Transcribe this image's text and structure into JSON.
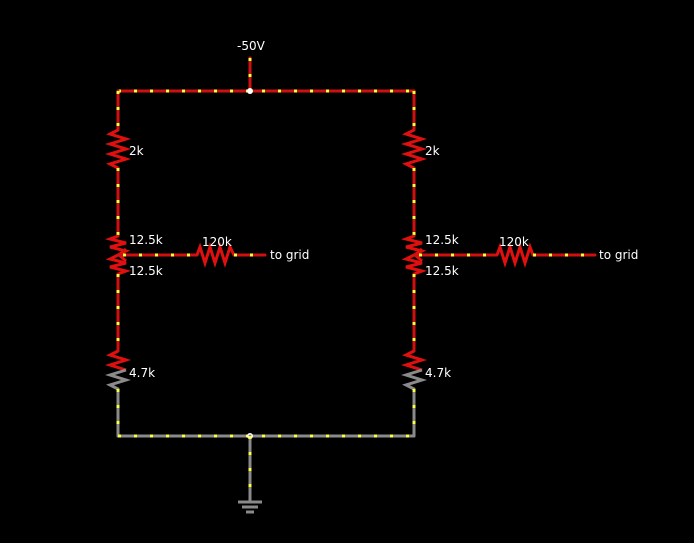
{
  "supply": {
    "label": "-50V"
  },
  "left_branch": {
    "top_resistor": "2k",
    "mid_upper_resistor": "12.5k",
    "mid_lower_resistor": "12.5k",
    "grid_resistor": "120k",
    "grid_label": "to grid",
    "bottom_resistor": "4.7k"
  },
  "right_branch": {
    "top_resistor": "2k",
    "mid_upper_resistor": "12.5k",
    "mid_lower_resistor": "12.5k",
    "grid_resistor": "120k",
    "grid_label": "to grid",
    "bottom_resistor": "4.7k"
  },
  "colors": {
    "background": "#000000",
    "wire_hot": "#d01010",
    "wire_ground": "#8a8a8a",
    "current_dots": "#ffff40",
    "text": "#ffffff"
  }
}
